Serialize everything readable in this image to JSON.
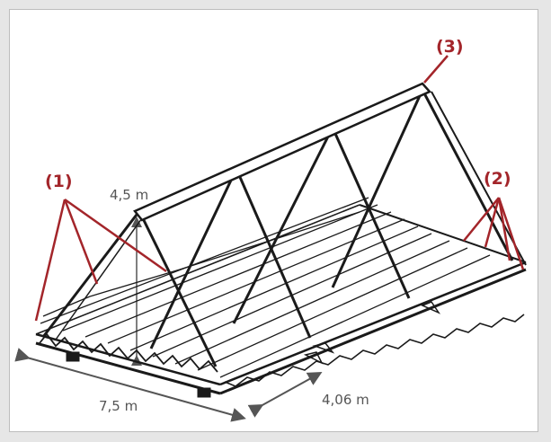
{
  "diagram": {
    "callouts": [
      {
        "id": "1",
        "label": "(1)"
      },
      {
        "id": "2",
        "label": "(2)"
      },
      {
        "id": "3",
        "label": "(3)"
      }
    ],
    "dimensions": {
      "height": "4,5 m",
      "length": "7,5 m",
      "width": "4,06 m"
    },
    "colors": {
      "callout": "#a3252a",
      "structure": "#1a1a1a",
      "dimension": "#555555",
      "background": "#e6e6e6"
    }
  }
}
